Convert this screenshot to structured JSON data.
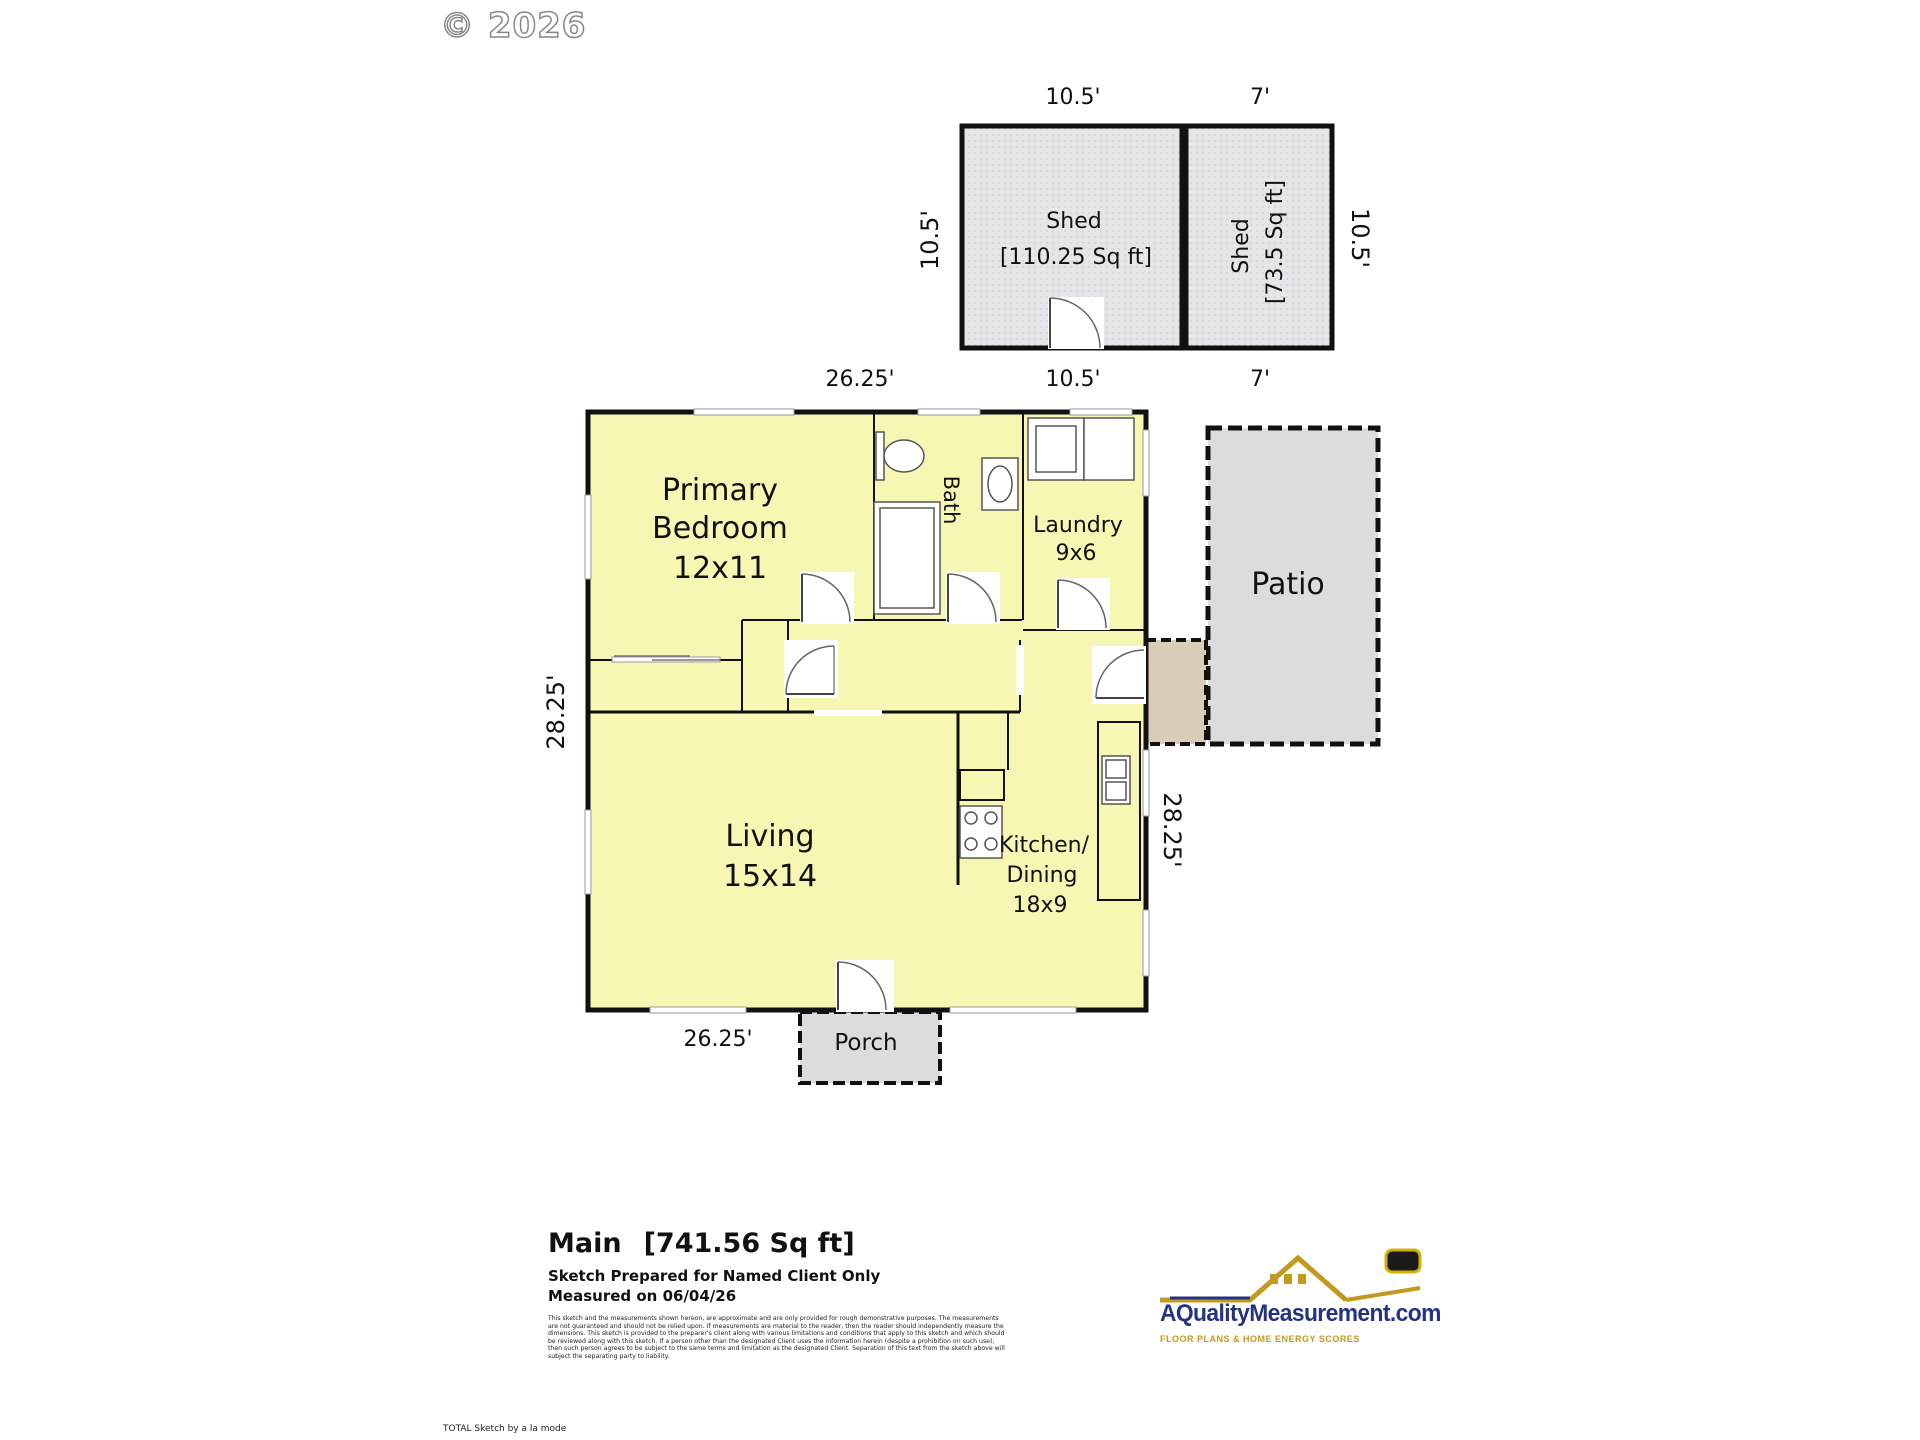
{
  "header": {
    "copyright": "© 2026"
  },
  "rooms": {
    "shed_large": {
      "name": "Shed",
      "area": "[110.25 Sq ft]"
    },
    "shed_small": {
      "name": "Shed",
      "area": "[73.5 Sq ft]"
    },
    "primary_bedroom": {
      "line1": "Primary",
      "line2": "Bedroom",
      "size": "12x11"
    },
    "bath": {
      "name": "Bath"
    },
    "laundry": {
      "name": "Laundry",
      "size": "9x6"
    },
    "patio": {
      "name": "Patio"
    },
    "living": {
      "name": "Living",
      "size": "15x14"
    },
    "kitchen": {
      "line1": "Kitchen/",
      "line2": "Dining",
      "size": "18x9"
    },
    "porch": {
      "name": "Porch"
    }
  },
  "dimensions": {
    "shed_top_left": "10.5'",
    "shed_top_right": "7'",
    "shed_left": "10.5'",
    "shed_right": "10.5'",
    "shed_bottom_left": "10.5'",
    "shed_bottom_right": "7'",
    "main_top": "26.25'",
    "main_left": "28.25'",
    "main_right": "28.25'",
    "main_bottom": "26.25'"
  },
  "footer": {
    "title": "Main",
    "area": "[741.56 Sq ft]",
    "prepared": "Sketch Prepared for Named Client Only",
    "measured": "Measured on 06/04/26",
    "disclaimer": "This sketch and the measurements shown hereon, are approximate and are only provided for rough demonstrative purposes. The measurements are not guaranteed and should not be relied upon. If measurements are material to the reader, then the reader should independently measure the dimensions. This sketch is provided to the preparer's client along with various limitations and conditions that apply to this sketch and which should be reviewed along with this sketch. If a person other than the designated Client uses the information herein (despite a prohibition on such use), then such person agrees to be subject to the same terms and limitation as the designated Client. Separation of this text from the sketch above will subject the separating party to liability.",
    "software": "TOTAL Sketch by a la mode"
  },
  "logo": {
    "name": "AQualityMeasurement.com",
    "tagline": "FLOOR PLANS & HOME ENERGY SCORES"
  },
  "colors": {
    "room_fill": "#f7f7b4",
    "outdoor_fill": "#dcdcdc",
    "step_fill": "#d9cdb8",
    "wall": "#111111",
    "logo_blue": "#23337f",
    "logo_gold": "#c29a1e"
  }
}
